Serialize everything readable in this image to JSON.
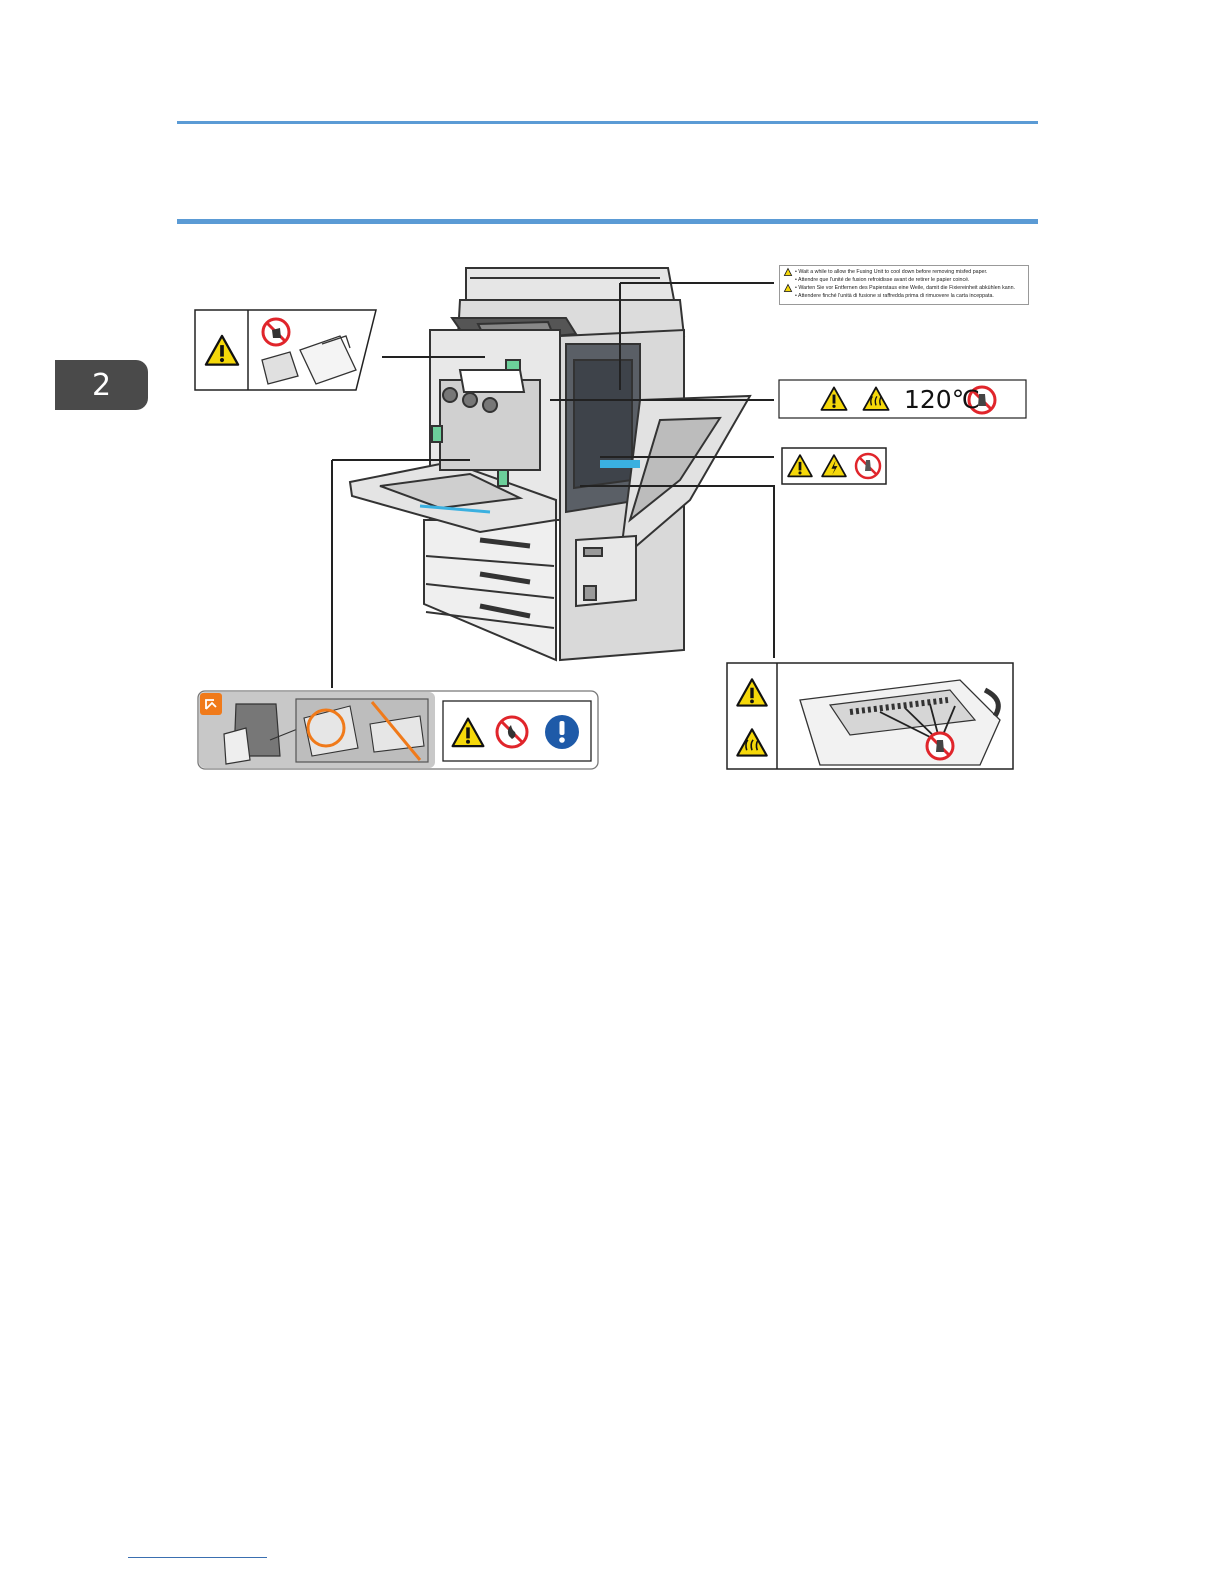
{
  "chapter": {
    "number": "2"
  },
  "labels": {
    "temperature": "120℃",
    "fusing_warnings": [
      "• Wait a while to allow the Fusing Unit to cool down before removing misfed paper.",
      "• Attendre que l'unité de fusion refroidisse avant de retirer le papier coincé.",
      "• Warten Sie vor Entfernen des Papierstaus eine Weile, damit die Fixiereinheit abkühlen kann.",
      "• Attendere finché l'unità di fusione si raffredda prima di rimuovere la carta inceppata."
    ]
  },
  "colors": {
    "accent_rule": "#5b9bd5",
    "warning_yellow": "#f5d80a",
    "prohibition_red": "#e0252b",
    "mandatory_blue": "#1e5aa8",
    "note_orange": "#f07a1a"
  }
}
